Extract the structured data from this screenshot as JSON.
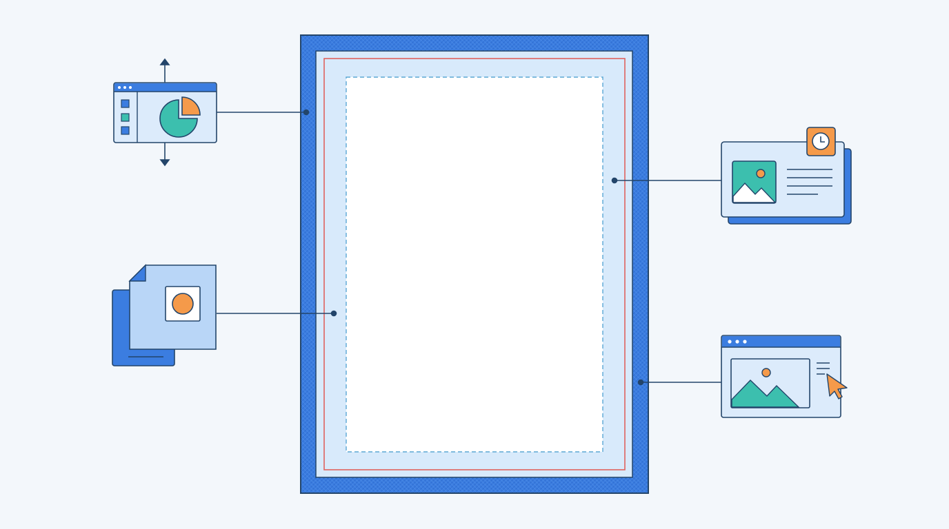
{
  "diagram": {
    "colors": {
      "background": "#f3f7fb",
      "bleed_blue": "#3b7de0",
      "bleed_pattern": "#2f6fd3",
      "outline": "#23456a",
      "trim_light": "#d8eafb",
      "trim_line_red": "#e0625e",
      "safe_line": "#5aa7d4",
      "page_white": "#ffffff",
      "card_fill": "#dcebfb",
      "card_fill_mid": "#b9d6f7",
      "teal": "#3cbfae",
      "orange": "#f59a4a",
      "connector": "#23456a"
    },
    "page_layers": [
      "bleed-area",
      "trim-area",
      "trim-line",
      "safe-area"
    ],
    "callouts": [
      {
        "name": "responsive-chart-widget",
        "icons": [
          "pie-chart-icon",
          "resize-vertical-arrows-icon"
        ]
      },
      {
        "name": "document-with-image-block",
        "icons": [
          "document-icon",
          "image-placeholder-icon"
        ]
      },
      {
        "name": "scheduled-image-card",
        "icons": [
          "image-icon",
          "clock-icon",
          "text-lines-icon"
        ]
      },
      {
        "name": "interactive-image-window",
        "icons": [
          "image-icon",
          "cursor-icon"
        ]
      }
    ]
  }
}
